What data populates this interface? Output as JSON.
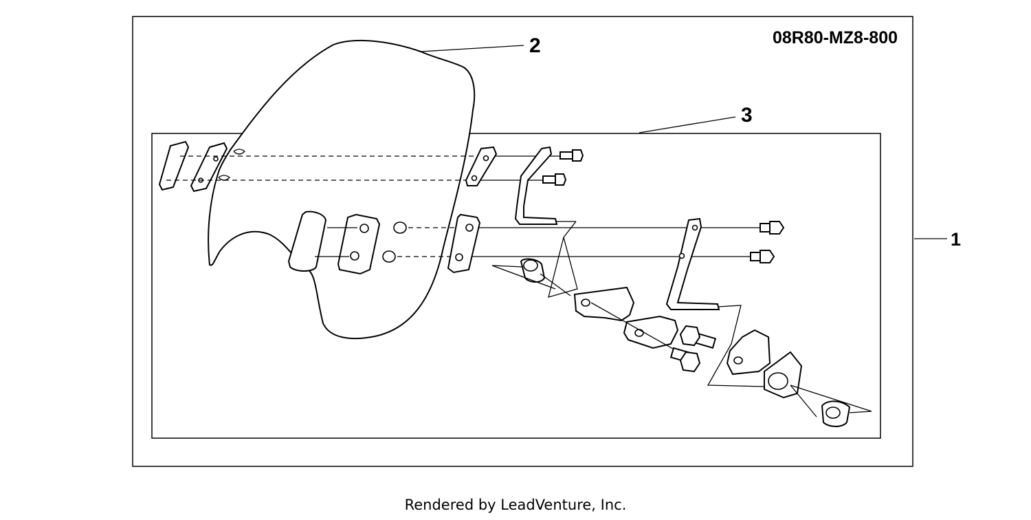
{
  "diagram": {
    "part_number": "08R80-MZ8-800",
    "callouts": [
      "1",
      "2",
      "3"
    ]
  },
  "footer": {
    "text": "Rendered by LeadVenture, Inc."
  }
}
